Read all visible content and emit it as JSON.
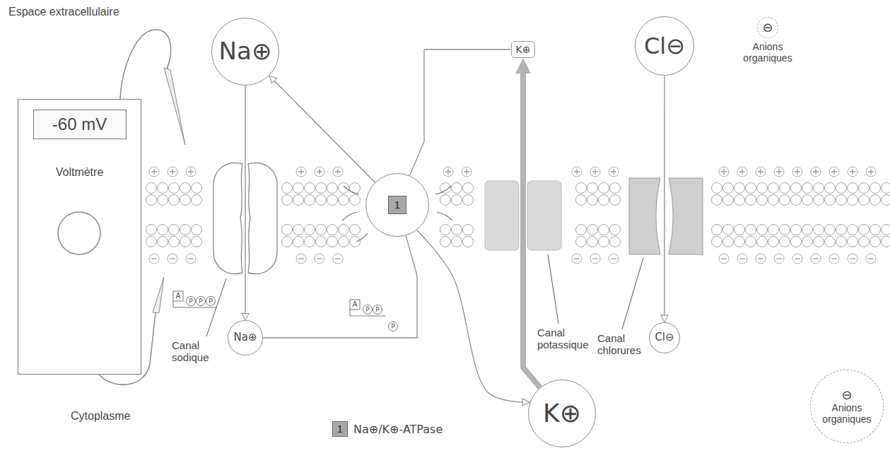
{
  "diagram": {
    "nodes": [
      {
        "text": [
          "Na⊕"
        ]
      },
      {
        "text": [
          "K⊕"
        ]
      },
      {
        "text": [
          "Cl⊖"
        ]
      },
      {
        "text": [
          "⊖",
          "Anions organiques"
        ]
      },
      {
        "text": [
          "-60 mV",
          "Voltmètre"
        ]
      },
      {
        "text": [
          "1"
        ]
      },
      {
        "text": [
          "Na⊕"
        ]
      },
      {
        "text": [
          "K⊕"
        ]
      },
      {
        "text": [
          "Cl⊖"
        ]
      },
      {
        "text": [
          "⊖",
          "Anions organiques"
        ]
      }
    ],
    "edges": [
      {
        "from": 0,
        "to": 6,
        "arrow": "to"
      },
      {
        "from": 6,
        "to": 5,
        "arrow": "none"
      },
      {
        "from": 5,
        "to": 0,
        "arrow": "to"
      },
      {
        "from": 1,
        "to": 5,
        "arrow": "none"
      },
      {
        "from": 5,
        "to": 7,
        "arrow": "to"
      },
      {
        "from": 7,
        "to": 1,
        "arrow": "to"
      },
      {
        "from": 2,
        "to": 8,
        "arrow": "to"
      }
    ],
    "labels": [
      "Espace extracellulaire",
      "Canal sodique",
      "Cytoplasme",
      "Canal potassique",
      "Canal chlorures",
      "A",
      "P",
      "P",
      "P",
      "A",
      "P",
      "P",
      "P",
      "1"
    ],
    "legend": [
      {
        "text": "Na⊕/K⊕-ATPase",
        "color": "#a8a8a8"
      }
    ]
  }
}
